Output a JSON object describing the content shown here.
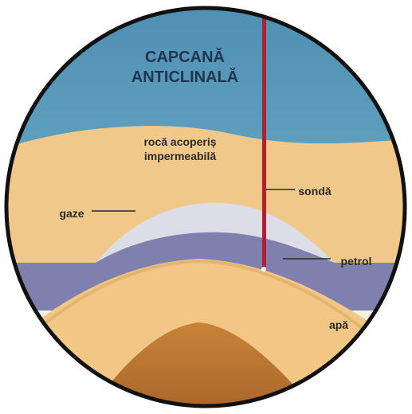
{
  "diagram": {
    "title_line1": "CAPCANĂ",
    "title_line2": "ANTICLINALĂ",
    "labels": {
      "cap_rock_line1": "rocă acoperiș",
      "cap_rock_line2": "impermeabilă",
      "gas": "gaze",
      "well": "sondă",
      "oil": "petrol",
      "water": "apă"
    },
    "colors": {
      "sky": "#5a9bbb",
      "cap_rock": "#f0c98a",
      "gas": "#dcdde6",
      "oil": "#7f80ad",
      "sand": "#f2c785",
      "core": "#c9853e",
      "well": "#b0202e",
      "rim": "#111111"
    }
  }
}
